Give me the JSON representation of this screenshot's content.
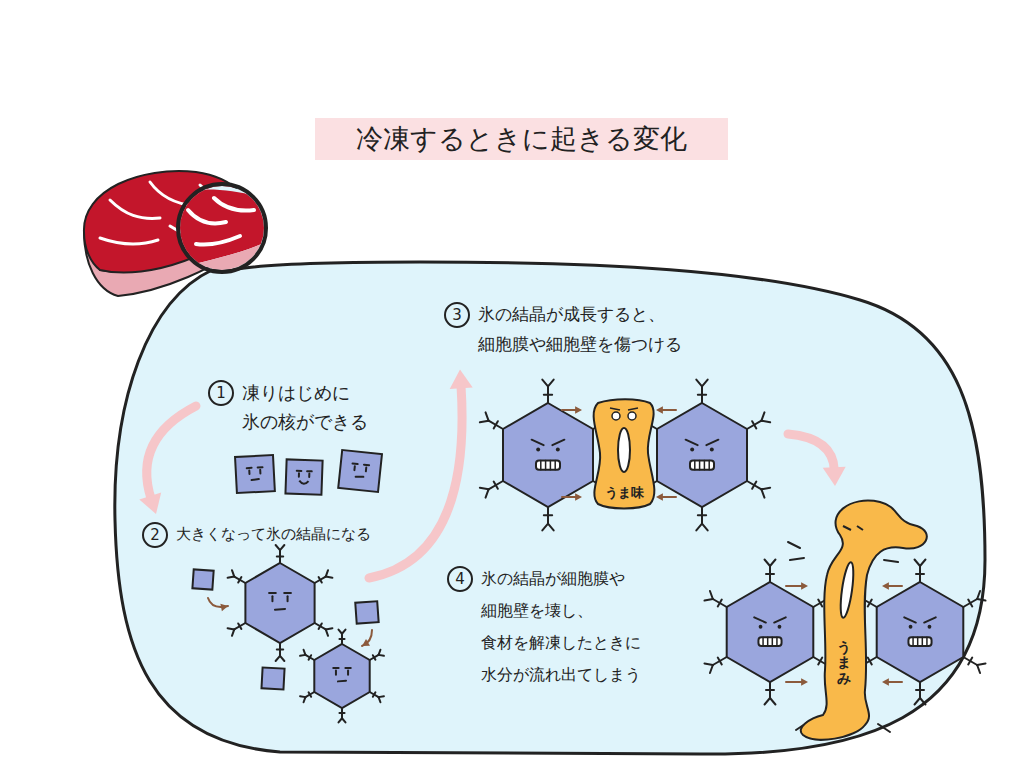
{
  "diagram": {
    "title": "冷凍するときに起きる変化",
    "nodes": [
      {
        "text": [
          "1",
          "凍りはじめに 氷の核ができる"
        ]
      },
      {
        "text": [
          "2",
          "大きくなって氷の結晶になる"
        ]
      },
      {
        "text": [
          "3",
          "氷の結晶が成長すると、 細胞膜や細胞壁を傷つける"
        ]
      },
      {
        "text": [
          "うま味"
        ]
      },
      {
        "text": [
          "4",
          "氷の結晶が細胞膜や 細胞壁を壊し、 食材を解凍したときに 水分が流れ出てしまう"
        ]
      },
      {
        "text": [
          "うまみ"
        ]
      }
    ],
    "edges": [
      {
        "from": 0,
        "to": 1,
        "arrow": "to"
      },
      {
        "from": 1,
        "to": 2,
        "arrow": "to"
      },
      {
        "from": 3,
        "to": 5,
        "arrow": "to"
      }
    ]
  }
}
